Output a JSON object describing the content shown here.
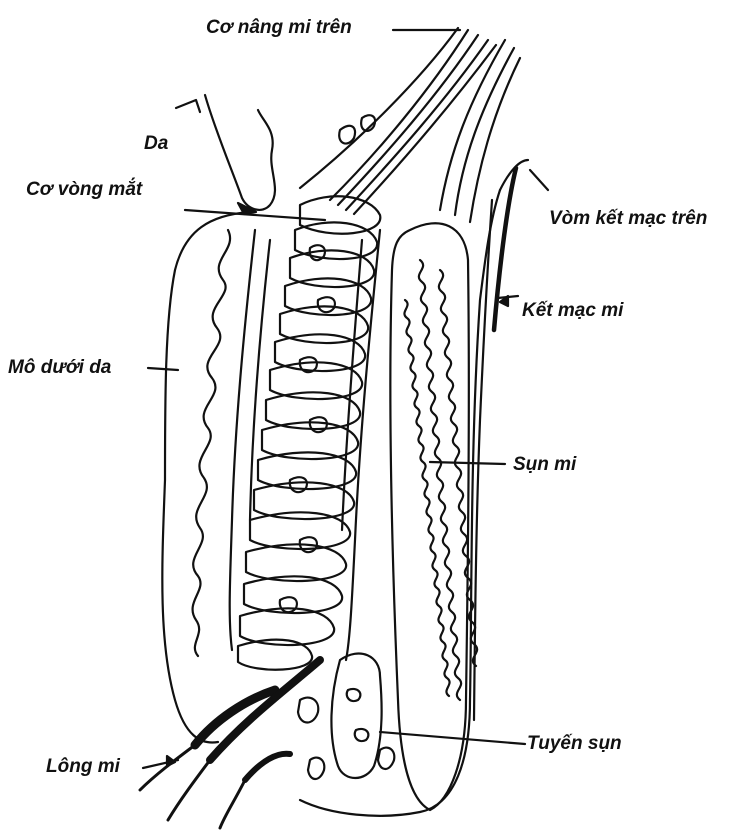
{
  "labels": {
    "levator": "Cơ nâng mi trên",
    "skin": "Da",
    "orbicularis": "Cơ vòng mắt",
    "fornix": "Vòm kết mạc trên",
    "conjunctiva": "Kết mạc mi",
    "subcutaneous": "Mô dưới da",
    "tarsus": "Sụn mi",
    "meibomian": "Tuyến sụn",
    "eyelash": "Lông mi"
  },
  "colors": {
    "ink": "#111111",
    "paper": "#ffffff"
  }
}
